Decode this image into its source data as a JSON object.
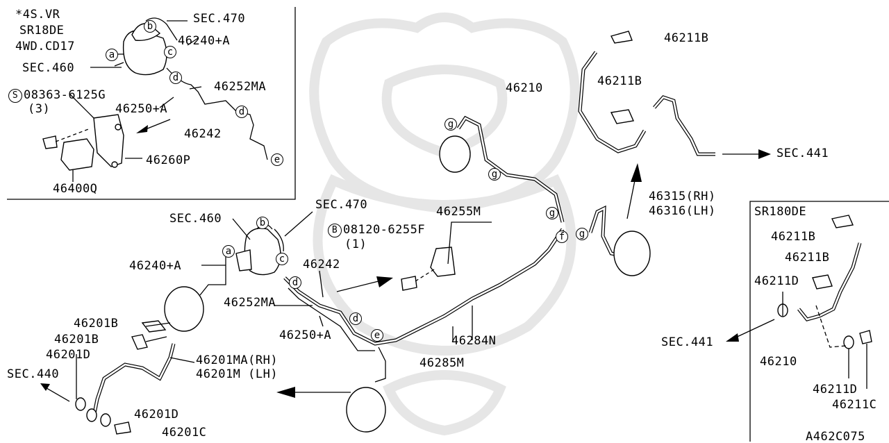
{
  "diagram_id": "A462C075",
  "inset_topleft": {
    "note_lines": [
      "*4S.VR",
      "SR18DE",
      "4WD.CD17"
    ],
    "labels": {
      "sec470": "SEC.470",
      "p46240a": "46240+A",
      "sec460": "SEC.460",
      "p46252ma": "46252MA",
      "bolt": "08363-6125G",
      "bolt_qty": "(3)",
      "bolt_mark": "S",
      "p46250a": "46250+A",
      "p46242": "46242",
      "p46260p": "46260P",
      "p46400q": "46400Q"
    }
  },
  "inset_right": {
    "title": "SR180DE",
    "labels": {
      "p46211b_1": "46211B",
      "p46211b_2": "46211B",
      "p46211d_1": "46211D",
      "sec441": "SEC.441",
      "p46210": "46210",
      "p46211d_2": "46211D",
      "p46211c": "46211C"
    }
  },
  "main": {
    "labels": {
      "sec460": "SEC.460",
      "sec470": "SEC.470",
      "p46240a": "46240+A",
      "p46252ma": "46252MA",
      "p46242": "46242",
      "p46250a": "46250+A",
      "p46255m": "46255M",
      "bolt": "08120-6255F",
      "bolt_qty": "(1)",
      "bolt_mark": "B",
      "p46284n": "46284N",
      "p46285m": "46285M",
      "p46201b_1": "46201B",
      "p46201b_2": "46201B",
      "p46201d_1": "46201D",
      "sec440": "SEC.440",
      "p46201ma": "46201MA(RH)",
      "p46201m": "46201M (LH)",
      "p46201d_2": "46201D",
      "p46201c": "46201C",
      "p46211b_1": "46211B",
      "p46210": "46210",
      "p46211b_2": "46211B",
      "sec441": "SEC.441",
      "p46315": "46315(RH)",
      "p46316": "46316(LH)"
    }
  },
  "connectors": {
    "a": "a",
    "b": "b",
    "c": "c",
    "d": "d",
    "e": "e",
    "f": "f",
    "g": "g"
  }
}
